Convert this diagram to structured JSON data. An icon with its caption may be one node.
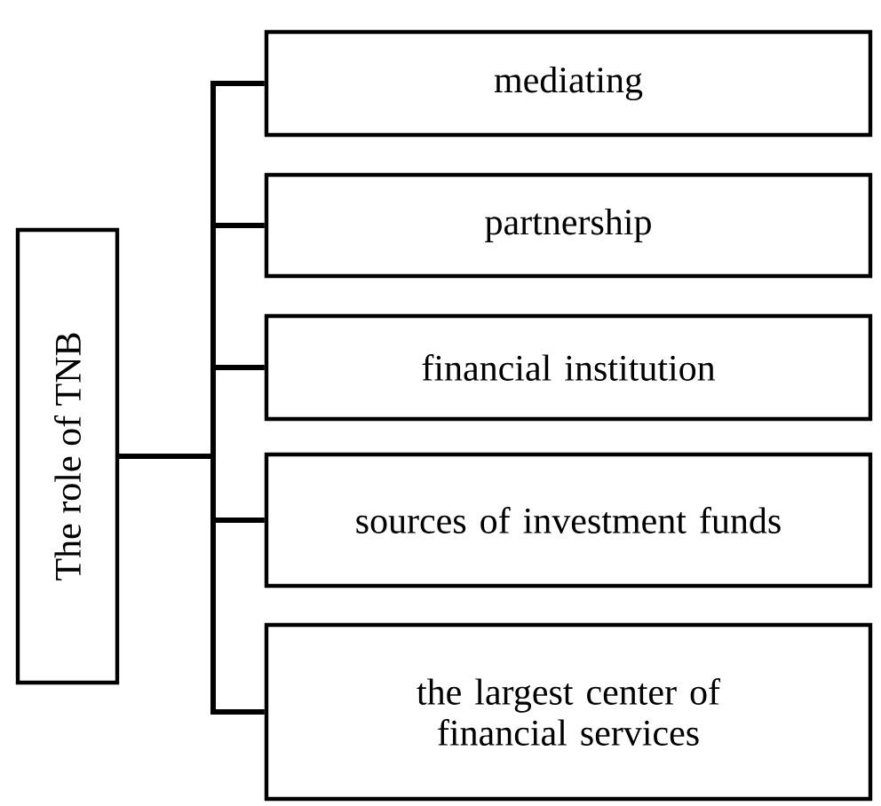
{
  "diagram": {
    "nodes": [
      {
        "text": [
          "The role of TNB"
        ]
      },
      {
        "text": [
          "mediating"
        ]
      },
      {
        "text": [
          "partnership"
        ]
      },
      {
        "text": [
          "financial institution"
        ]
      },
      {
        "text": [
          "sources of investment funds"
        ]
      },
      {
        "text": [
          "the largest center of financial services"
        ]
      }
    ],
    "edges": [
      {
        "from": 0,
        "to": 1,
        "arrow": "none"
      },
      {
        "from": 0,
        "to": 2,
        "arrow": "none"
      },
      {
        "from": 0,
        "to": 3,
        "arrow": "none"
      },
      {
        "from": 0,
        "to": 4,
        "arrow": "none"
      },
      {
        "from": 0,
        "to": 5,
        "arrow": "none"
      }
    ]
  }
}
